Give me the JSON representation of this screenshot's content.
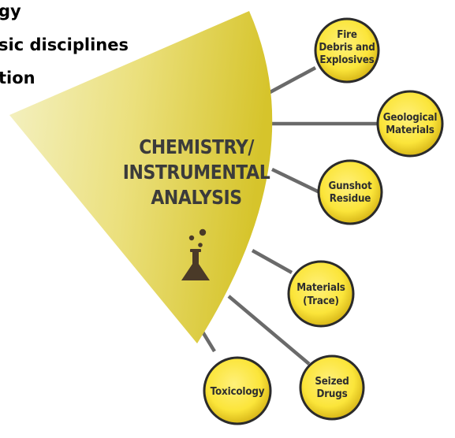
{
  "heading_lines": [
    "gy",
    "sic disciplines",
    "tion"
  ],
  "center": {
    "label_lines": [
      "CHEMISTRY/",
      "INSTRUMENTAL",
      "ANALYSIS"
    ],
    "icon": "flask-icon"
  },
  "disciplines": [
    {
      "key": "fire",
      "lines": [
        "Fire",
        "Debris and",
        "Explosives"
      ]
    },
    {
      "key": "geological",
      "lines": [
        "Geological",
        "Materials"
      ]
    },
    {
      "key": "gunshot",
      "lines": [
        "Gunshot",
        "Residue"
      ]
    },
    {
      "key": "materials",
      "lines": [
        "Materials",
        "(Trace)"
      ]
    },
    {
      "key": "seized",
      "lines": [
        "Seized",
        "Drugs"
      ]
    },
    {
      "key": "toxicology",
      "lines": [
        "Toxicology"
      ]
    }
  ],
  "colors": {
    "wedge_light": "#f4f1c4",
    "wedge_dark": "#d6c42b",
    "node_fill": "#fbe53a",
    "node_border": "#2b2b2b",
    "connector": "#6a6a6a",
    "flask": "#4a3a28"
  }
}
